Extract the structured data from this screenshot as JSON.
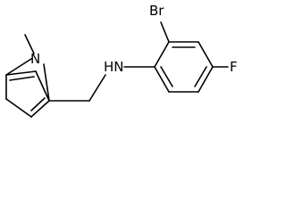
{
  "atoms": {
    "bromine": "Br",
    "fluorine": "F",
    "amine": "HN",
    "pyrrole_nitrogen": "N"
  },
  "colors": {
    "bond": "#000000",
    "text": "#000000",
    "background": "#ffffff"
  }
}
